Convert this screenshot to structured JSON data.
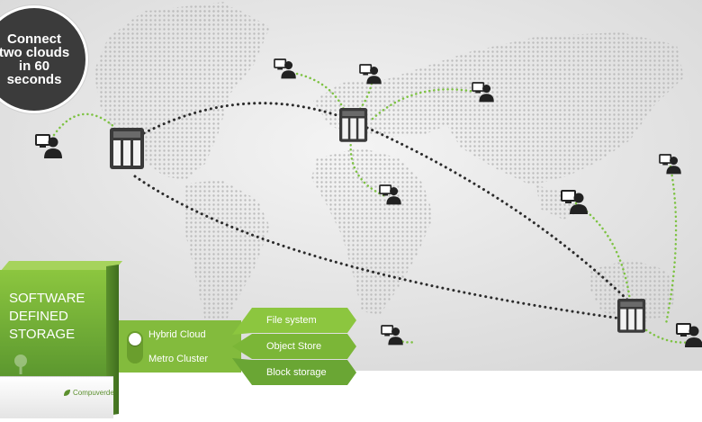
{
  "badge": {
    "line1": "Connect",
    "line2": "two clouds",
    "line3": "in 60",
    "line4": "seconds"
  },
  "product_box": {
    "title_line1": "SOFTWARE",
    "title_line2": "DEFINED",
    "title_line3": "STORAGE",
    "brand": "Compuverde"
  },
  "cloud_types": {
    "selected": "Hybrid Cloud",
    "items": [
      "Hybrid Cloud",
      "Metro Cluster"
    ]
  },
  "storage_types": [
    "File system",
    "Object Store",
    "Block storage"
  ],
  "colors": {
    "green": "#8cc63f",
    "dark_green": "#5b8f2d",
    "badge": "#3b3b3b",
    "link_dark": "#2b2b2b",
    "link_green": "#7dc242"
  }
}
